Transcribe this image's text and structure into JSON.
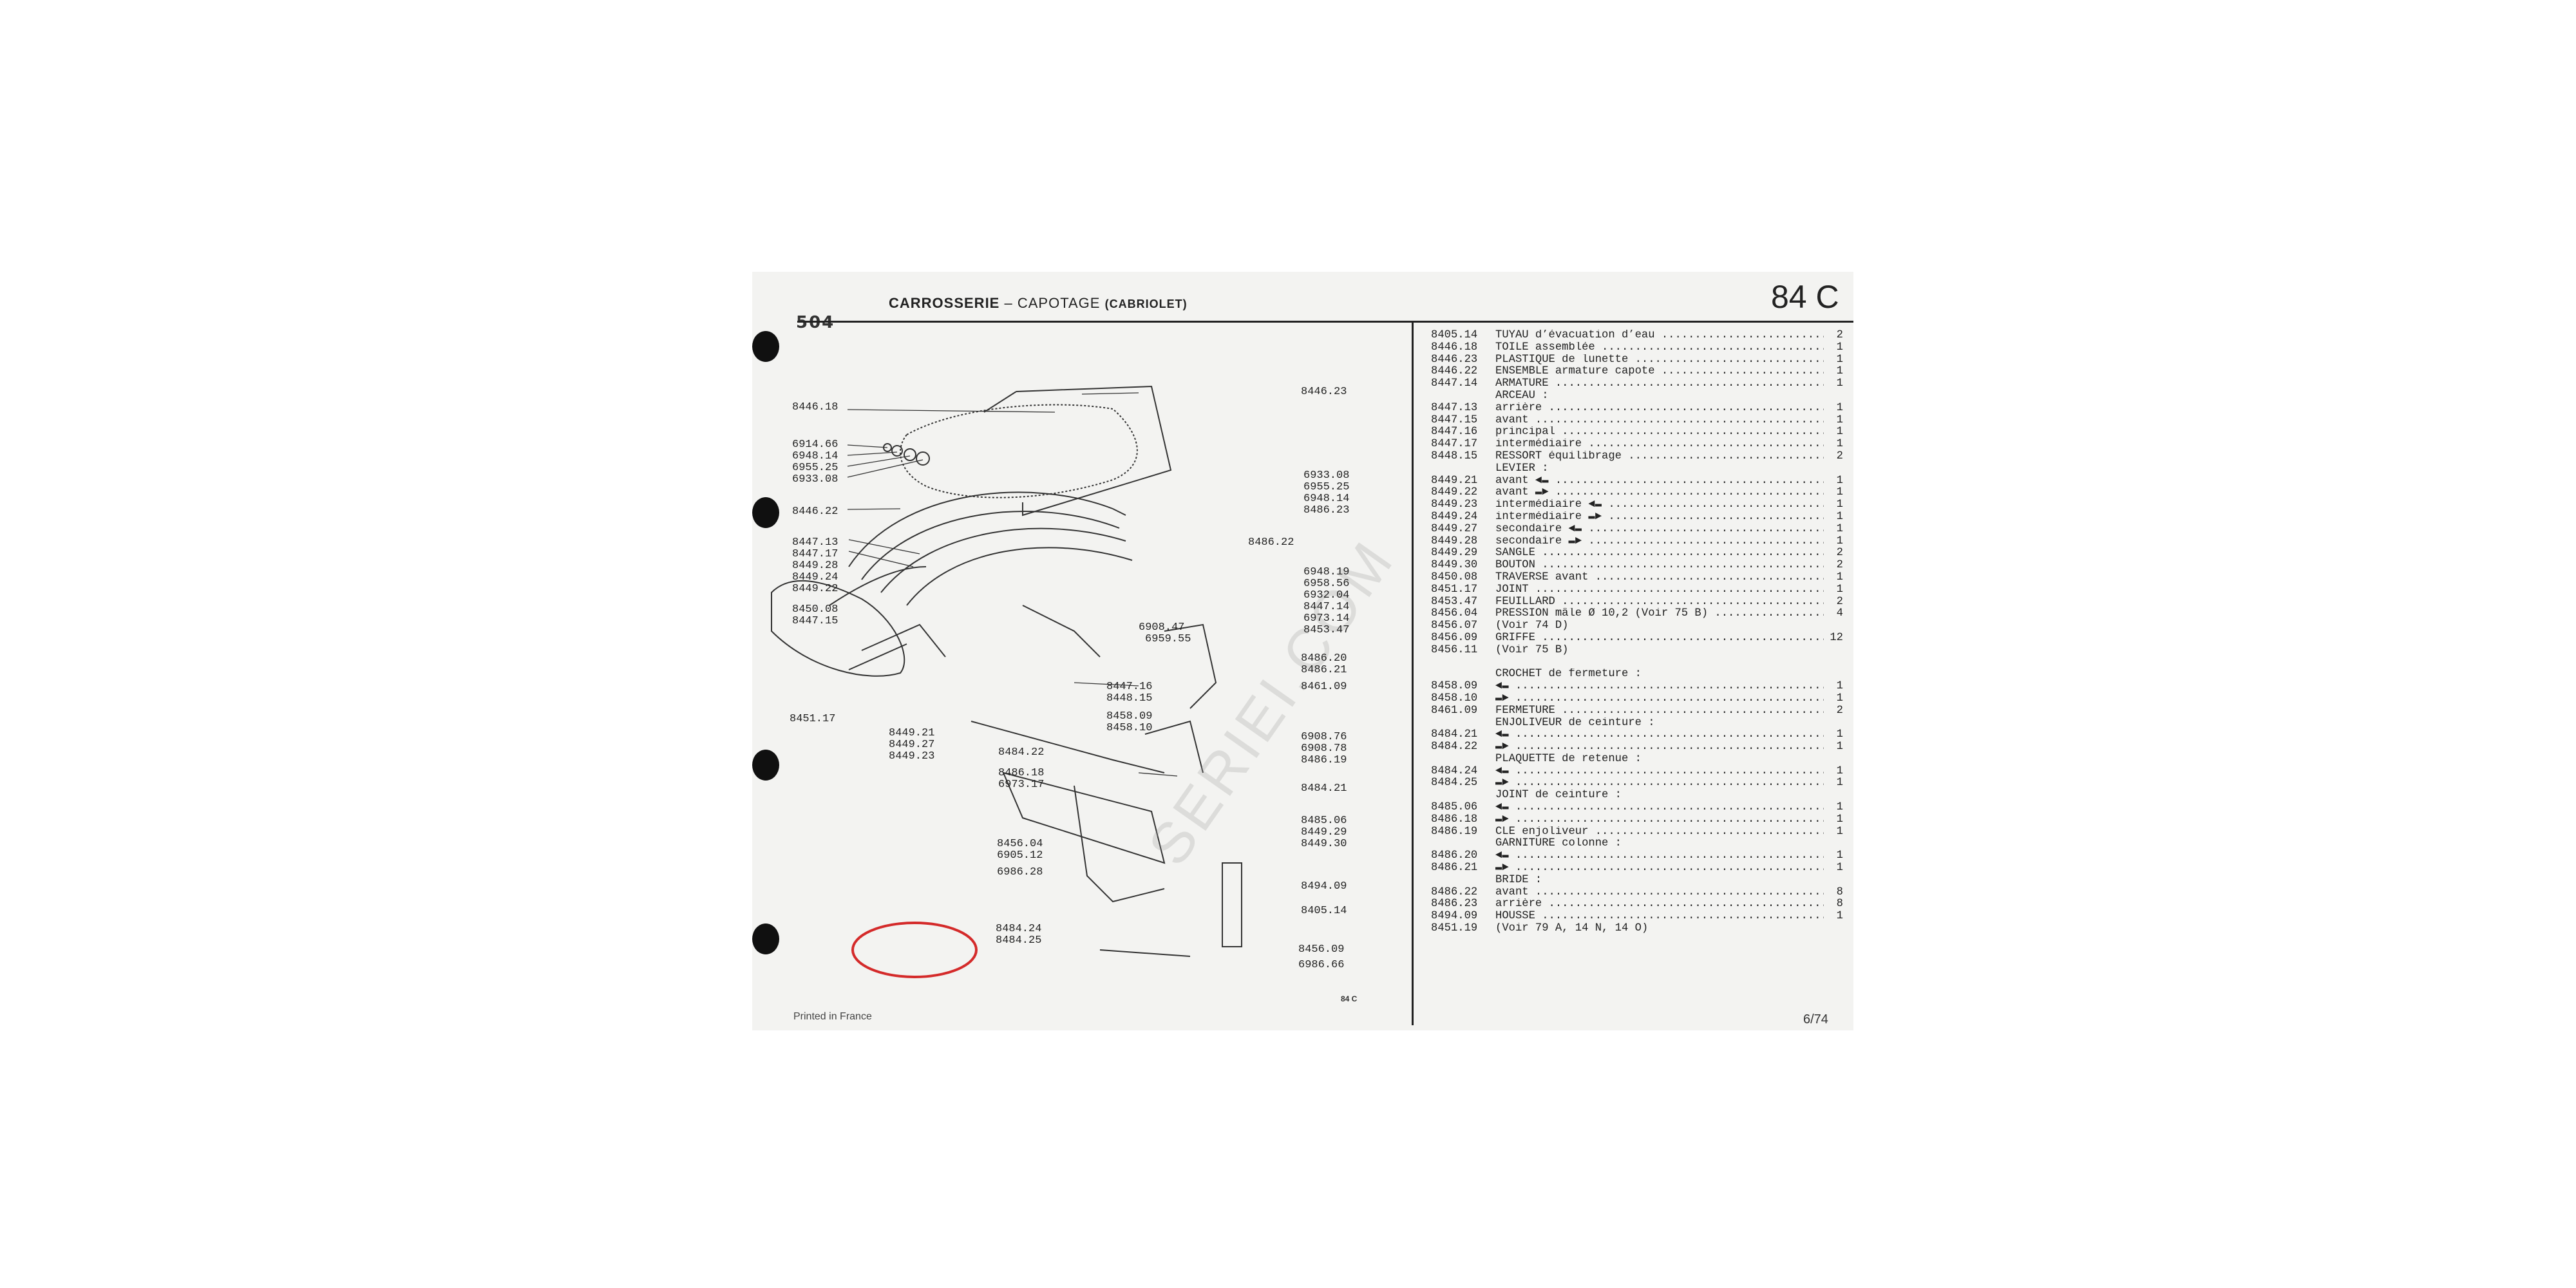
{
  "header": {
    "section": "CARROSSERIE",
    "dash": "–",
    "subtitle": "CAPOTAGE",
    "model_note": "(CABRIOLET)",
    "page_code": "84 C",
    "logo": "504"
  },
  "footer": {
    "printed": "Printed in France",
    "figure_code": "84 C",
    "date": "6/74"
  },
  "watermark": "SERIEI.COM",
  "diagram_callouts": [
    "8446.18",
    "8446.23",
    "6914.66",
    "6948.14",
    "6955.25",
    "6933.08",
    "8446.22",
    "6933.08",
    "6955.25",
    "6948.14",
    "8486.23",
    "8486.22",
    "8447.13",
    "8447.17",
    "8449.28",
    "8449.24",
    "8449.22",
    "8450.08",
    "8447.15",
    "6948.19",
    "6958.56",
    "6932.04",
    "8447.14",
    "6973.14",
    "8453.47",
    "6908.47",
    "6959.55",
    "8486.20",
    "8486.21",
    "8461.09",
    "8447.16",
    "8448.15",
    "8458.09",
    "8458.10",
    "8451.17",
    "8449.21",
    "8449.27",
    "8449.23",
    "6908.76",
    "6908.78",
    "8486.19",
    "8484.22",
    "8486.18",
    "6973.17",
    "8484.21",
    "8485.06",
    "8449.29",
    "8449.30",
    "8456.04",
    "6905.12",
    "6986.28",
    "8494.09",
    "8405.14",
    "8484.24",
    "8484.25",
    "8456.09",
    "6986.66"
  ],
  "parts": [
    {
      "ref": "8405.14",
      "desc": "TUYAU d’évacuation d’eau",
      "qty": "2"
    },
    {
      "ref": "8446.18",
      "desc": "TOILE assemblée",
      "qty": "1"
    },
    {
      "ref": "8446.23",
      "desc": "PLASTIQUE de lunette",
      "qty": "1"
    },
    {
      "ref": "8446.22",
      "desc": "ENSEMBLE armature capote",
      "qty": "1"
    },
    {
      "ref": "8447.14",
      "desc": "ARMATURE",
      "qty": "1"
    },
    {
      "ref": "",
      "desc": "ARCEAU :",
      "qty": ""
    },
    {
      "ref": "8447.13",
      "desc": "  arrière",
      "qty": "1"
    },
    {
      "ref": "8447.15",
      "desc": "  avant",
      "qty": "1"
    },
    {
      "ref": "8447.16",
      "desc": "  principal",
      "qty": "1"
    },
    {
      "ref": "8447.17",
      "desc": "  intermédiaire",
      "qty": "1"
    },
    {
      "ref": "8448.15",
      "desc": "RESSORT équilibrage",
      "qty": "2"
    },
    {
      "ref": "",
      "desc": "LEVIER :",
      "qty": ""
    },
    {
      "ref": "8449.21",
      "desc": "  avant ◄▬",
      "qty": "1"
    },
    {
      "ref": "8449.22",
      "desc": "  avant ▬►",
      "qty": "1"
    },
    {
      "ref": "8449.23",
      "desc": "  intermédiaire ◄▬",
      "qty": "1"
    },
    {
      "ref": "8449.24",
      "desc": "  intermédiaire ▬►",
      "qty": "1"
    },
    {
      "ref": "8449.27",
      "desc": "  secondaire ◄▬",
      "qty": "1"
    },
    {
      "ref": "8449.28",
      "desc": "  secondaire ▬►",
      "qty": "1"
    },
    {
      "ref": "8449.29",
      "desc": "SANGLE",
      "qty": "2"
    },
    {
      "ref": "8449.30",
      "desc": "BOUTON",
      "qty": "2"
    },
    {
      "ref": "8450.08",
      "desc": "TRAVERSE avant",
      "qty": "1"
    },
    {
      "ref": "8451.17",
      "desc": "JOINT",
      "qty": "1"
    },
    {
      "ref": "8453.47",
      "desc": "FEUILLARD",
      "qty": "2"
    },
    {
      "ref": "8456.04",
      "desc": "PRESSION mâle Ø 10,2 (Voir 75 B)",
      "qty": "4"
    },
    {
      "ref": "8456.07",
      "desc": "(Voir 74 D)",
      "qty": ""
    },
    {
      "ref": "8456.09",
      "desc": "GRIFFE",
      "qty": "12"
    },
    {
      "ref": "8456.11",
      "desc": "(Voir 75 B)",
      "qty": ""
    },
    {
      "ref": "",
      "desc": "",
      "qty": ""
    },
    {
      "ref": "",
      "desc": "CROCHET de fermeture :",
      "qty": ""
    },
    {
      "ref": "8458.09",
      "desc": "  ◄▬",
      "qty": "1"
    },
    {
      "ref": "8458.10",
      "desc": "  ▬►",
      "qty": "1"
    },
    {
      "ref": "8461.09",
      "desc": "FERMETURE",
      "qty": "2"
    },
    {
      "ref": "",
      "desc": "ENJOLIVEUR de ceinture :",
      "qty": ""
    },
    {
      "ref": "8484.21",
      "desc": "  ◄▬",
      "qty": "1"
    },
    {
      "ref": "8484.22",
      "desc": "  ▬►",
      "qty": "1"
    },
    {
      "ref": "",
      "desc": "PLAQUETTE de retenue :",
      "qty": ""
    },
    {
      "ref": "8484.24",
      "desc": "  ◄▬",
      "qty": "1"
    },
    {
      "ref": "8484.25",
      "desc": "  ▬►",
      "qty": "1"
    },
    {
      "ref": "",
      "desc": "JOINT de ceinture :",
      "qty": ""
    },
    {
      "ref": "8485.06",
      "desc": "  ◄▬",
      "qty": "1"
    },
    {
      "ref": "8486.18",
      "desc": "  ▬►",
      "qty": "1"
    },
    {
      "ref": "8486.19",
      "desc": "CLE enjoliveur",
      "qty": "1"
    },
    {
      "ref": "",
      "desc": "GARNITURE colonne :",
      "qty": ""
    },
    {
      "ref": "8486.20",
      "desc": "  ◄▬",
      "qty": "1"
    },
    {
      "ref": "8486.21",
      "desc": "  ▬►",
      "qty": "1"
    },
    {
      "ref": "",
      "desc": "BRIDE :",
      "qty": ""
    },
    {
      "ref": "8486.22",
      "desc": "  avant",
      "qty": "8"
    },
    {
      "ref": "8486.23",
      "desc": "  arrière",
      "qty": "8"
    },
    {
      "ref": "8494.09",
      "desc": "HOUSSE",
      "qty": "1"
    },
    {
      "ref": "8451.19",
      "desc": "(Voir 79 A, 14 N, 14 O)",
      "qty": ""
    }
  ],
  "colors": {
    "highlight_circle": "#d42a2a",
    "paper": "#f3f3f1",
    "ink": "#222222"
  }
}
